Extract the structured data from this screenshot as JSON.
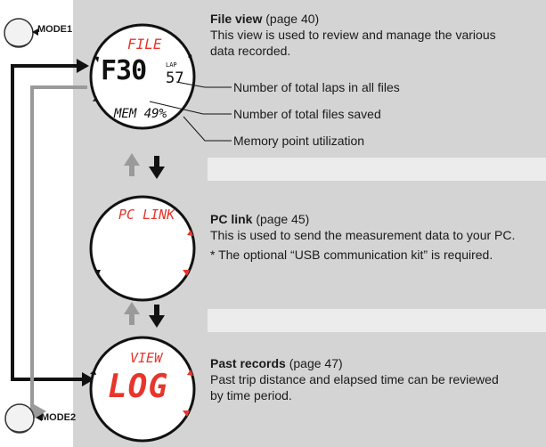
{
  "file_view": {
    "title": "File view",
    "page_ref": "(page 40)",
    "desc_line1": "This view is used to review and manage the various",
    "desc_line2": "data recorded.",
    "callouts": [
      "Number of total laps in all files",
      "Number of total files saved",
      "Memory point utilization"
    ],
    "display": {
      "header": "FILE",
      "files": "F30",
      "lap_label": "LAP",
      "laps": "57",
      "mem": "MEM 49%"
    }
  },
  "pc_link": {
    "title": "PC link",
    "page_ref": "(page 45)",
    "desc_line1": "This is used to send the measurement data to your PC.",
    "note": "* The optional “USB communication kit” is required.",
    "display": {
      "header": "PC LINK"
    }
  },
  "past_records": {
    "title": "Past records",
    "page_ref": "(page 47)",
    "desc_line1": "Past trip distance and elapsed time can be reviewed",
    "desc_line2": "by time period.",
    "display": {
      "header": "VIEW",
      "main": "LOG"
    }
  },
  "mode_buttons": {
    "mode1": "MODE1",
    "mode2": "MODE2"
  },
  "colors": {
    "display_red": "#e8352b",
    "panel": "#d4d4d4",
    "bar": "#ececec",
    "black_arrow": "#111111",
    "gray_arrow": "#9a9a9a"
  }
}
